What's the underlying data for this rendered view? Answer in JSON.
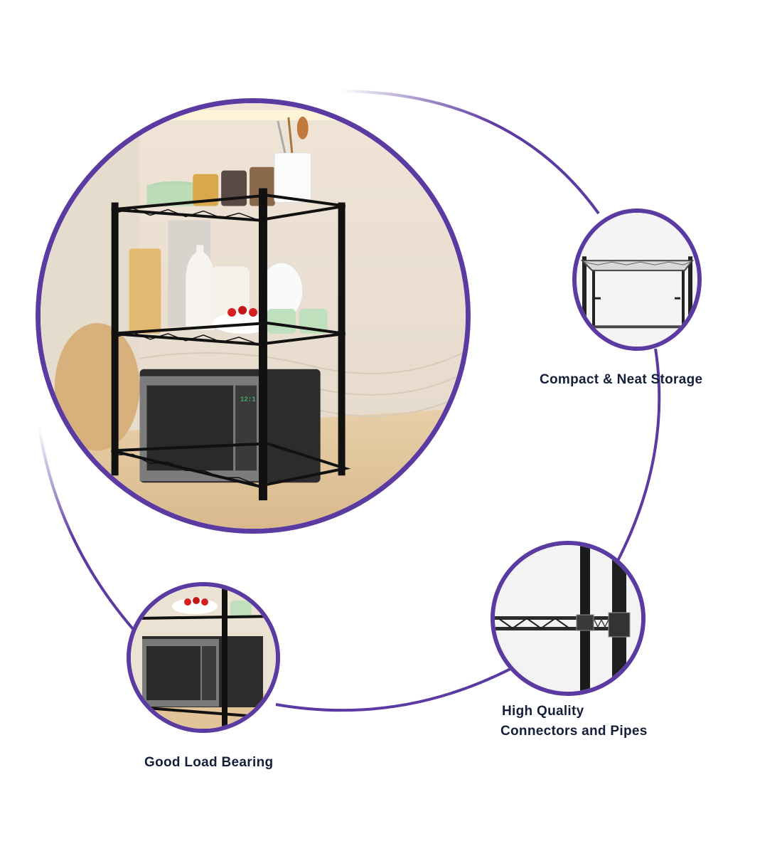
{
  "theme": {
    "accent_color": "#5b3aa1",
    "text_color": "#14203a",
    "background": "#ffffff"
  },
  "hero": {
    "image": "wire-rack-kitchen-scene",
    "description": "Three-tier black wire shelving rack holding jars, plates, cups, a bowl of cherries and a microwave oven"
  },
  "features": [
    {
      "id": "compact",
      "label": "Compact & Neat Storage",
      "image": "rack-top-shelf-closeup"
    },
    {
      "id": "connectors",
      "label_line1": "High Quality",
      "label_line2": "Connectors and Pipes",
      "image": "pipe-connector-closeup"
    },
    {
      "id": "load",
      "label": "Good Load Bearing",
      "image": "microwave-on-shelf-closeup"
    }
  ],
  "microwave_display": "12:1"
}
